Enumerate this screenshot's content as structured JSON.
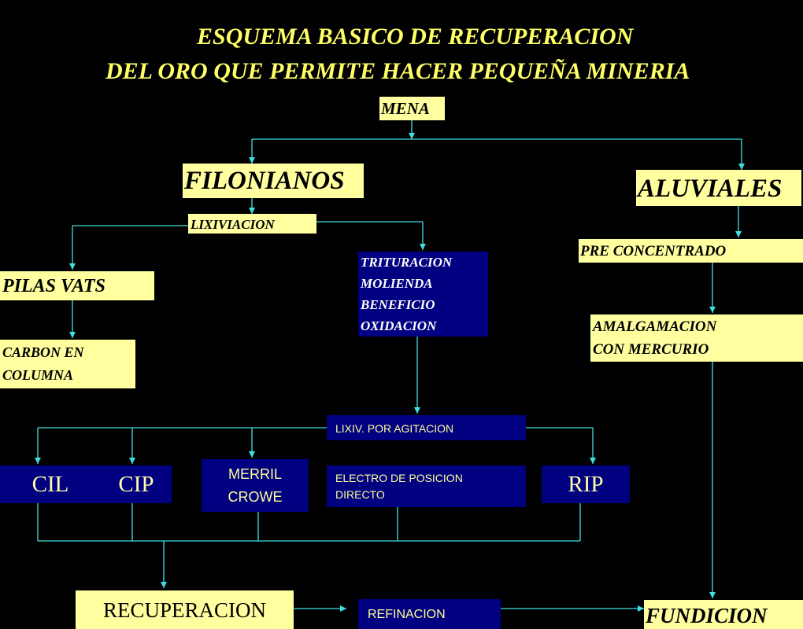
{
  "title": {
    "line1": "ESQUEMA BASICO DE RECUPERACION",
    "line2": "DEL ORO QUE PERMITE HACER PEQUEÑA MINERIA"
  },
  "nodes": {
    "mena": "MENA",
    "filonianos": "FILONIANOS",
    "aluviales": "ALUVIALES",
    "lixiviacion": "LIXIVIACION",
    "pilas_vats": "PILAS VATS",
    "carbon_columna": [
      "CARBON EN",
      "COLUMNA"
    ],
    "trituracion": [
      "TRITURACION",
      "MOLIENDA",
      "BENEFICIO",
      "OXIDACION"
    ],
    "pre_concentrado": "PRE CONCENTRADO",
    "amalgamacion": [
      "AMALGAMACION",
      "CON MERCURIO"
    ],
    "lixiv_agitacion": "LIXIV. POR AGITACION",
    "cil": "CIL",
    "cip": "CIP",
    "merril_crowe": [
      "MERRIL",
      "CROWE"
    ],
    "electro": [
      "ELECTRO DE POSICION",
      "DIRECTO"
    ],
    "rip": "RIP",
    "recuperacion": "RECUPERACION",
    "refinacion": "REFINACION",
    "fundicion": "FUNDICION"
  },
  "colors": {
    "background": "#000000",
    "title_text": "#ffff66",
    "yellow_box": "#ffffa0",
    "navy_box": "#000080",
    "connector": "#40e0e0"
  }
}
